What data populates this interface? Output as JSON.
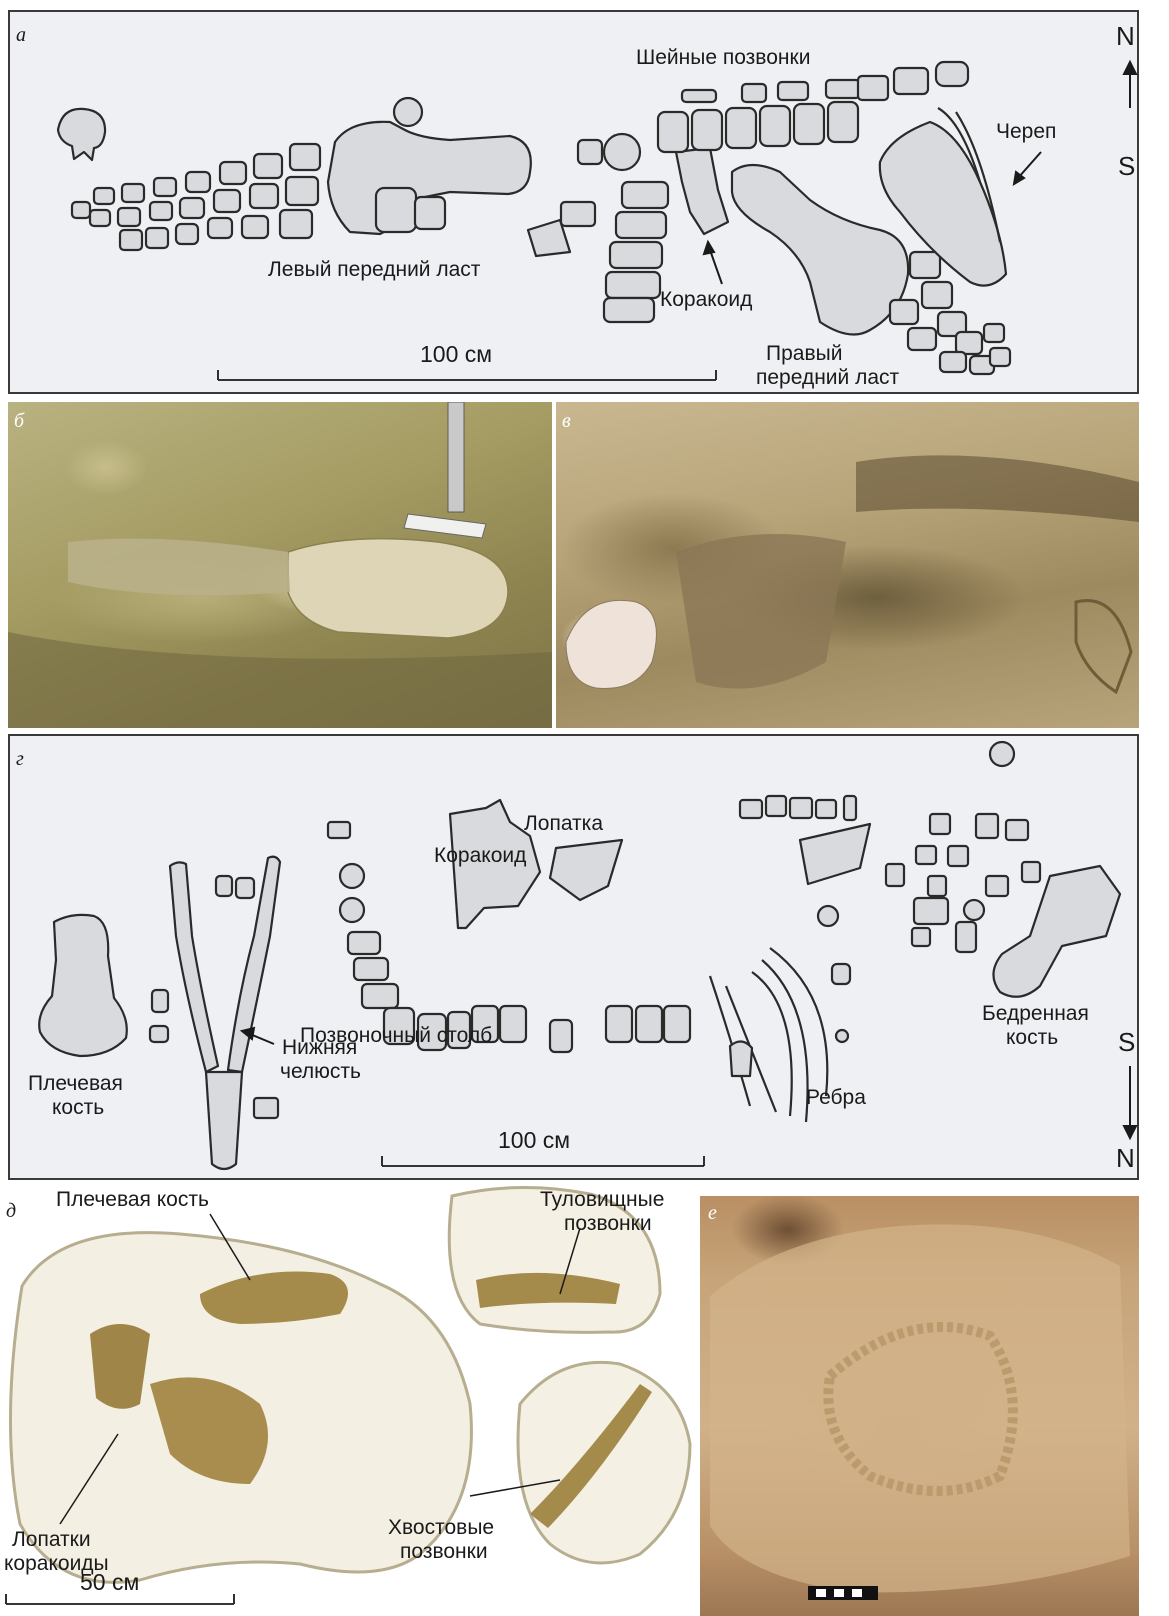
{
  "panel_a": {
    "letter": "а",
    "labels": {
      "cervical": "Шейные позвонки",
      "skull": "Череп",
      "left_flipper": "Левый передний ласт",
      "coracoid": "Коракоид",
      "right_flipper_1": "Правый",
      "right_flipper_2": "передний ласт"
    },
    "scale": "100 см",
    "compass": {
      "top": "N",
      "bottom": "S"
    }
  },
  "panel_b": {
    "letter": "б"
  },
  "panel_v": {
    "letter": "в"
  },
  "panel_g": {
    "letter": "г",
    "labels": {
      "scapula": "Лопатка",
      "coracoid": "Коракоид",
      "column": "Позвоночный столб",
      "jaw_1": "Нижняя",
      "jaw_2": "челюсть",
      "humerus_1": "Плечевая",
      "humerus_2": "кость",
      "ribs": "Ребра",
      "femur_1": "Бедренная",
      "femur_2": "кость"
    },
    "scale": "100 см",
    "compass": {
      "top": "S",
      "bottom": "N"
    }
  },
  "panel_d": {
    "letter": "д",
    "labels": {
      "humerus": "Плечевая кость",
      "trunk_1": "Туловищные",
      "trunk_2": "позвонки",
      "scap_1": "Лопатки",
      "scap_2": "коракоиды",
      "tail_1": "Хвостовые",
      "tail_2": "позвонки"
    },
    "scale": "50 см"
  },
  "panel_e": {
    "letter": "е"
  },
  "colors": {
    "bone_fill": "#d8dadd",
    "panel_bg": "#eef0f3",
    "outline": "#2a2a2a"
  }
}
